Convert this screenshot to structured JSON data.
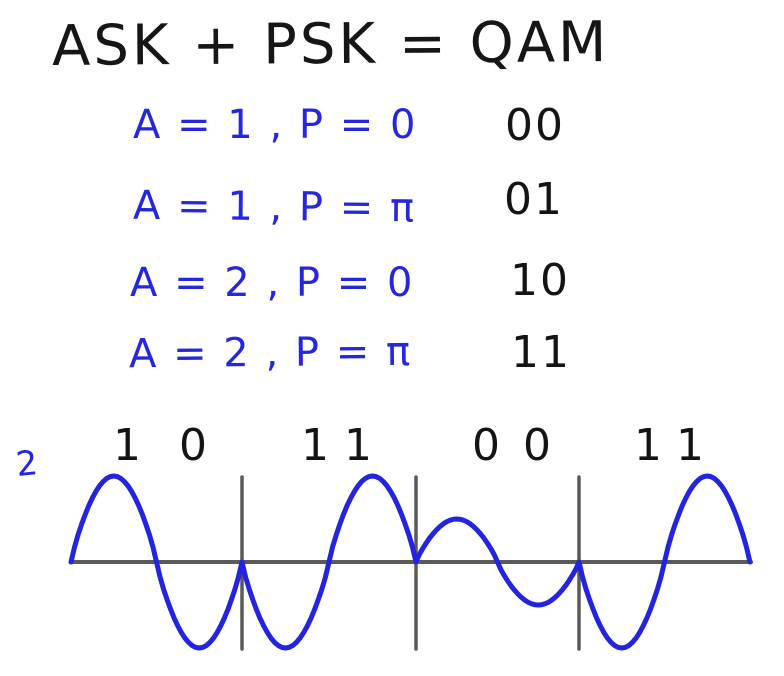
{
  "title": "ASK + PSK = QAM",
  "mapping_table": {
    "rows": [
      {
        "condition": "A = 1 ,  P = 0",
        "bits": "00"
      },
      {
        "condition": "A = 1 ,  P = π",
        "bits": "01"
      },
      {
        "condition": "A = 2 ,  P = 0",
        "bits": "10"
      },
      {
        "condition": "A = 2 ,  P = π",
        "bits": "11"
      }
    ]
  },
  "waveform": {
    "amplitude_label": "2",
    "bit_digits": [
      "1",
      "0",
      "1",
      "1",
      "0",
      "0",
      "1",
      "1"
    ],
    "segments": [
      {
        "bits": "10",
        "amplitude": 2,
        "phase": "0"
      },
      {
        "bits": "11",
        "amplitude": 2,
        "phase": "π"
      },
      {
        "bits": "00",
        "amplitude": 1,
        "phase": "0"
      },
      {
        "bits": "11",
        "amplitude": 2,
        "phase": "π"
      }
    ],
    "colors": {
      "wave": "#2323e0",
      "ink": "#141414",
      "axis": "#5a5a5a",
      "blue_text": "#2626df"
    }
  }
}
